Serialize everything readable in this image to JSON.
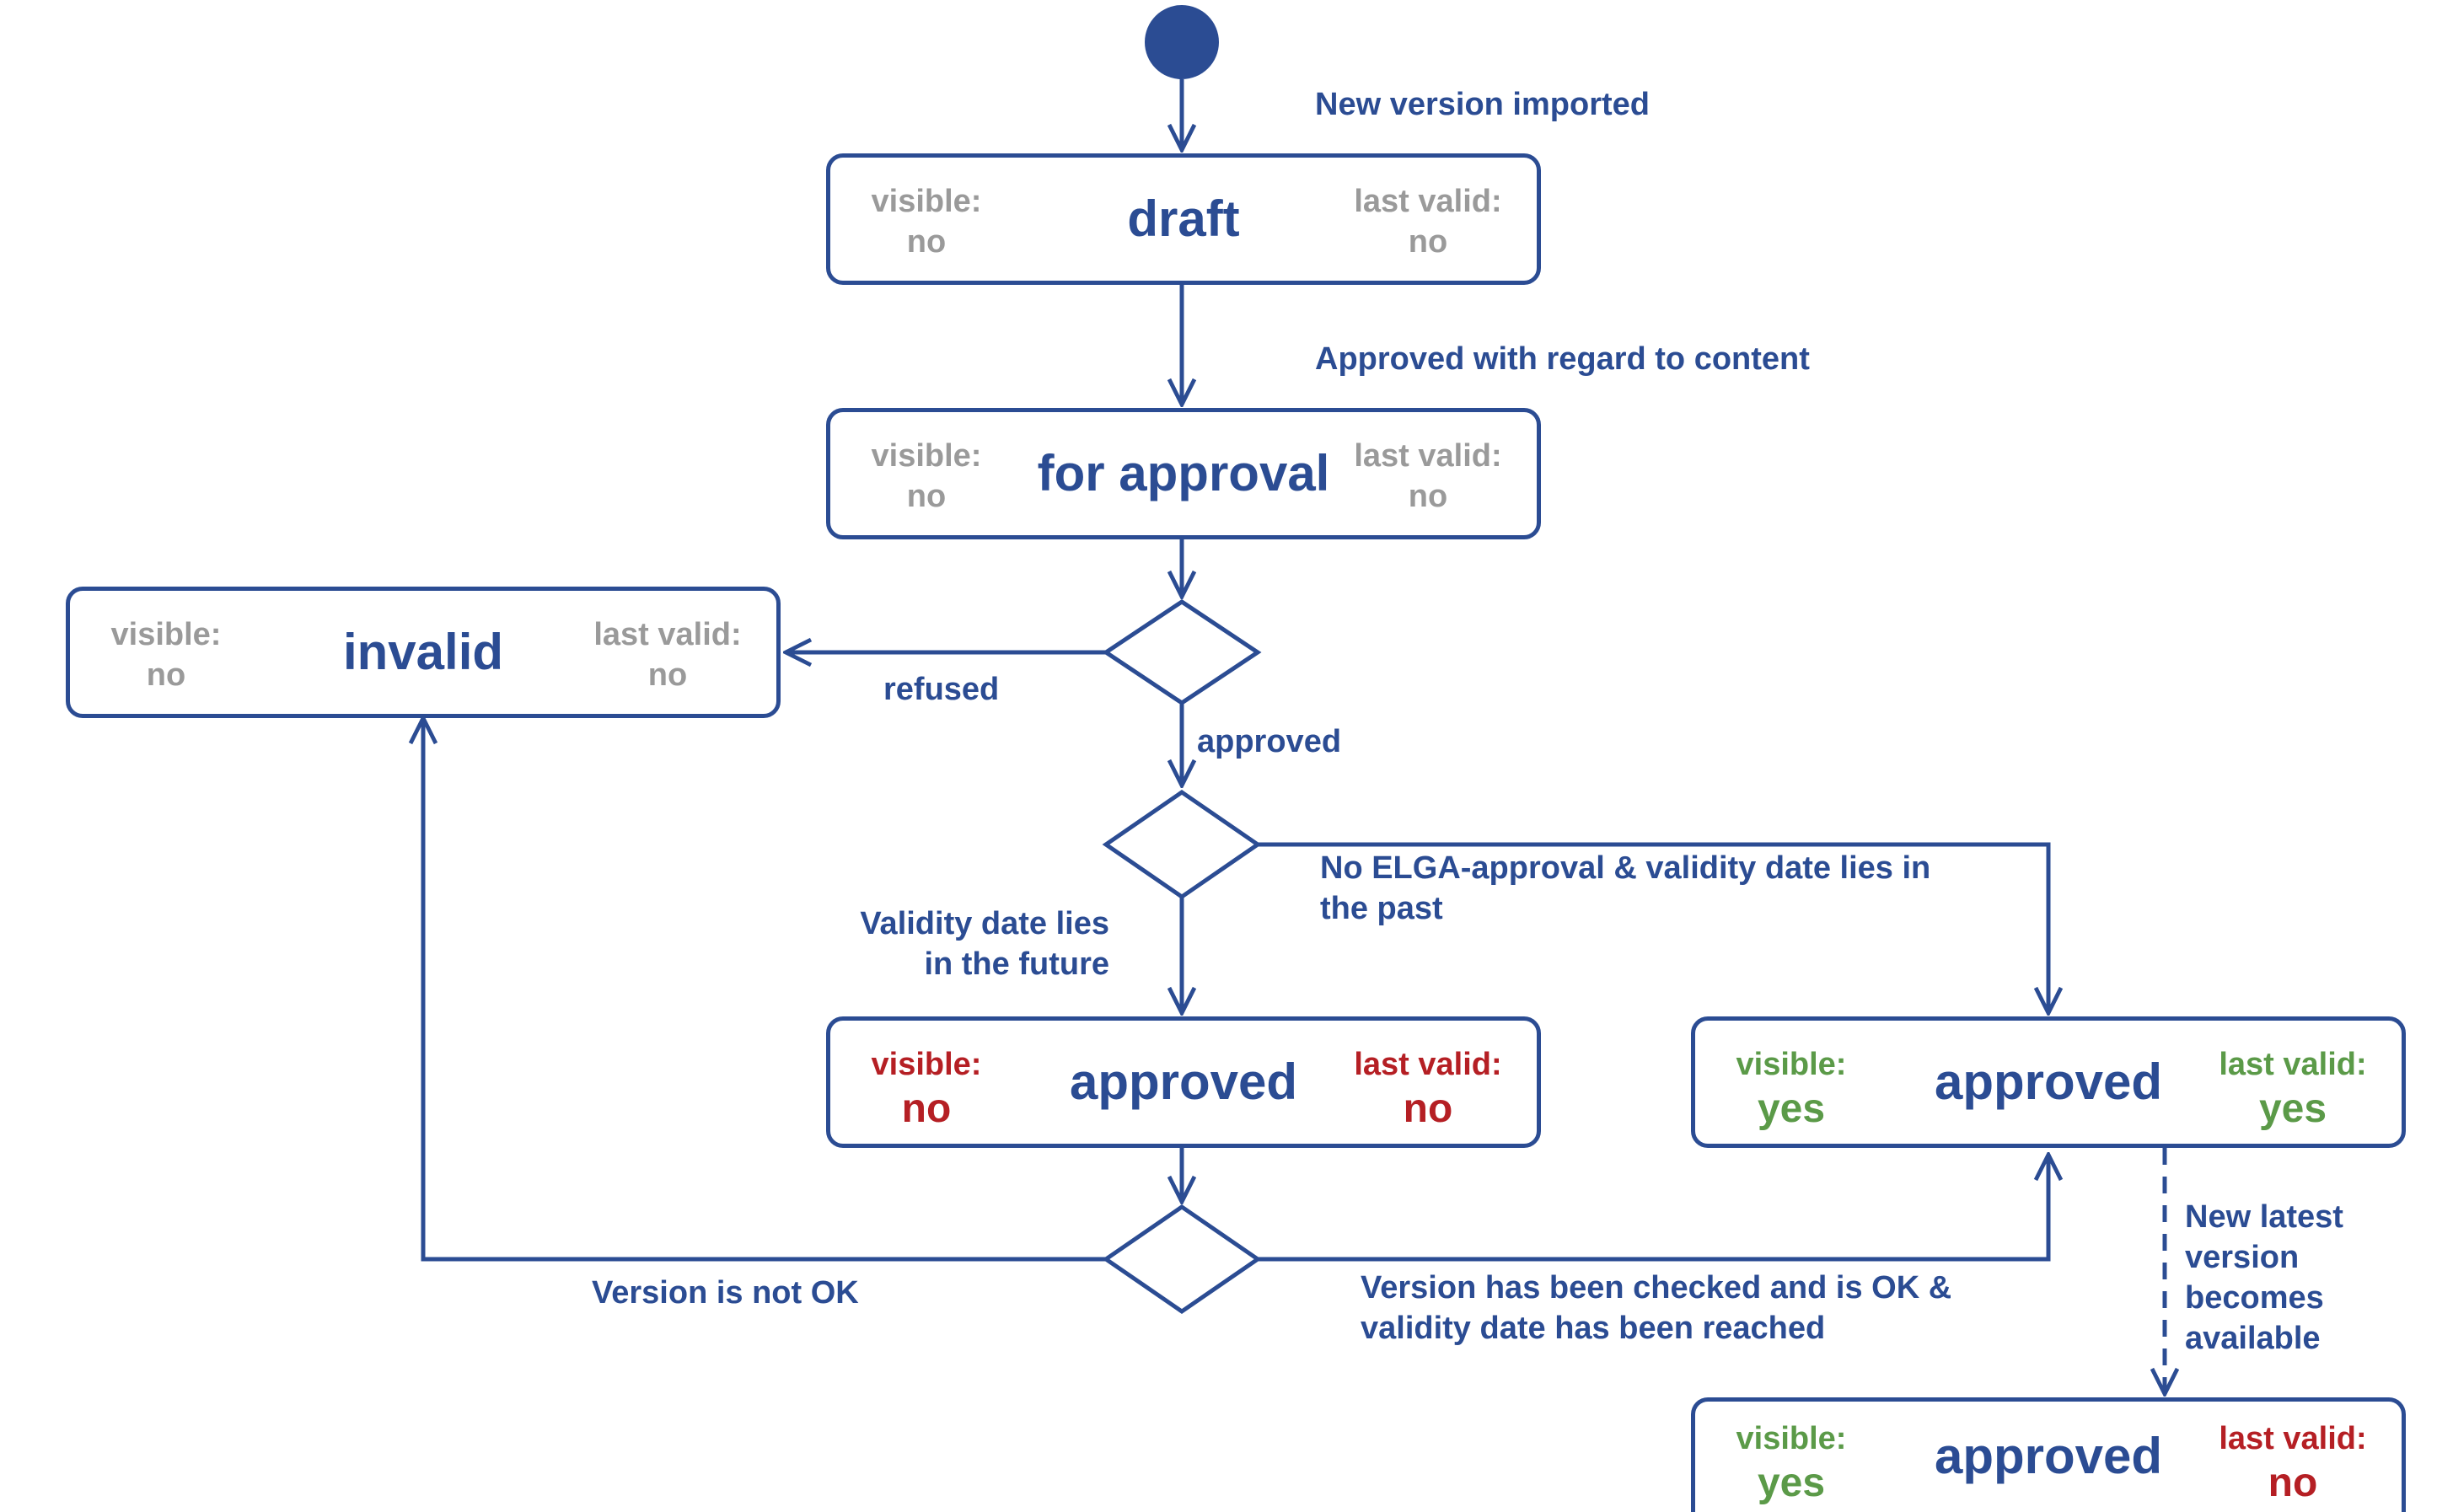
{
  "colors": {
    "primary": "#2b4c93",
    "grey": "#9a9a9a",
    "red": "#b51f24",
    "green": "#5b9a48"
  },
  "states": {
    "draft": {
      "title": "draft",
      "visible_label": "visible:",
      "visible_value": "no",
      "last_valid_label": "last valid:",
      "last_valid_value": "no"
    },
    "for_approval": {
      "title": "for approval",
      "visible_label": "visible:",
      "visible_value": "no",
      "last_valid_label": "last valid:",
      "last_valid_value": "no"
    },
    "invalid": {
      "title": "invalid",
      "visible_label": "visible:",
      "visible_value": "no",
      "last_valid_label": "last valid:",
      "last_valid_value": "no"
    },
    "approved_future": {
      "title": "approved",
      "visible_label": "visible:",
      "visible_value": "no",
      "last_valid_label": "last valid:",
      "last_valid_value": "no"
    },
    "approved_valid": {
      "title": "approved",
      "visible_label": "visible:",
      "visible_value": "yes",
      "last_valid_label": "last valid:",
      "last_valid_value": "yes"
    },
    "approved_old": {
      "title": "approved",
      "visible_label": "visible:",
      "visible_value": "yes",
      "last_valid_label": "last valid:",
      "last_valid_value": "no"
    }
  },
  "transitions": {
    "imported": "New version imported",
    "approved_content": "Approved with regard to content",
    "refused": "refused",
    "approved": "approved",
    "future_line1": "Validity date lies",
    "future_line2": "in the future",
    "past_line1": "No ELGA-approval & validity date lies in",
    "past_line2": "the past",
    "not_ok": "Version is not OK",
    "checked_line1": "Version has been checked and is OK &",
    "checked_line2": "validity date has been reached",
    "newer_line1": "New latest",
    "newer_line2": "version",
    "newer_line3": "becomes",
    "newer_line4": "available"
  }
}
